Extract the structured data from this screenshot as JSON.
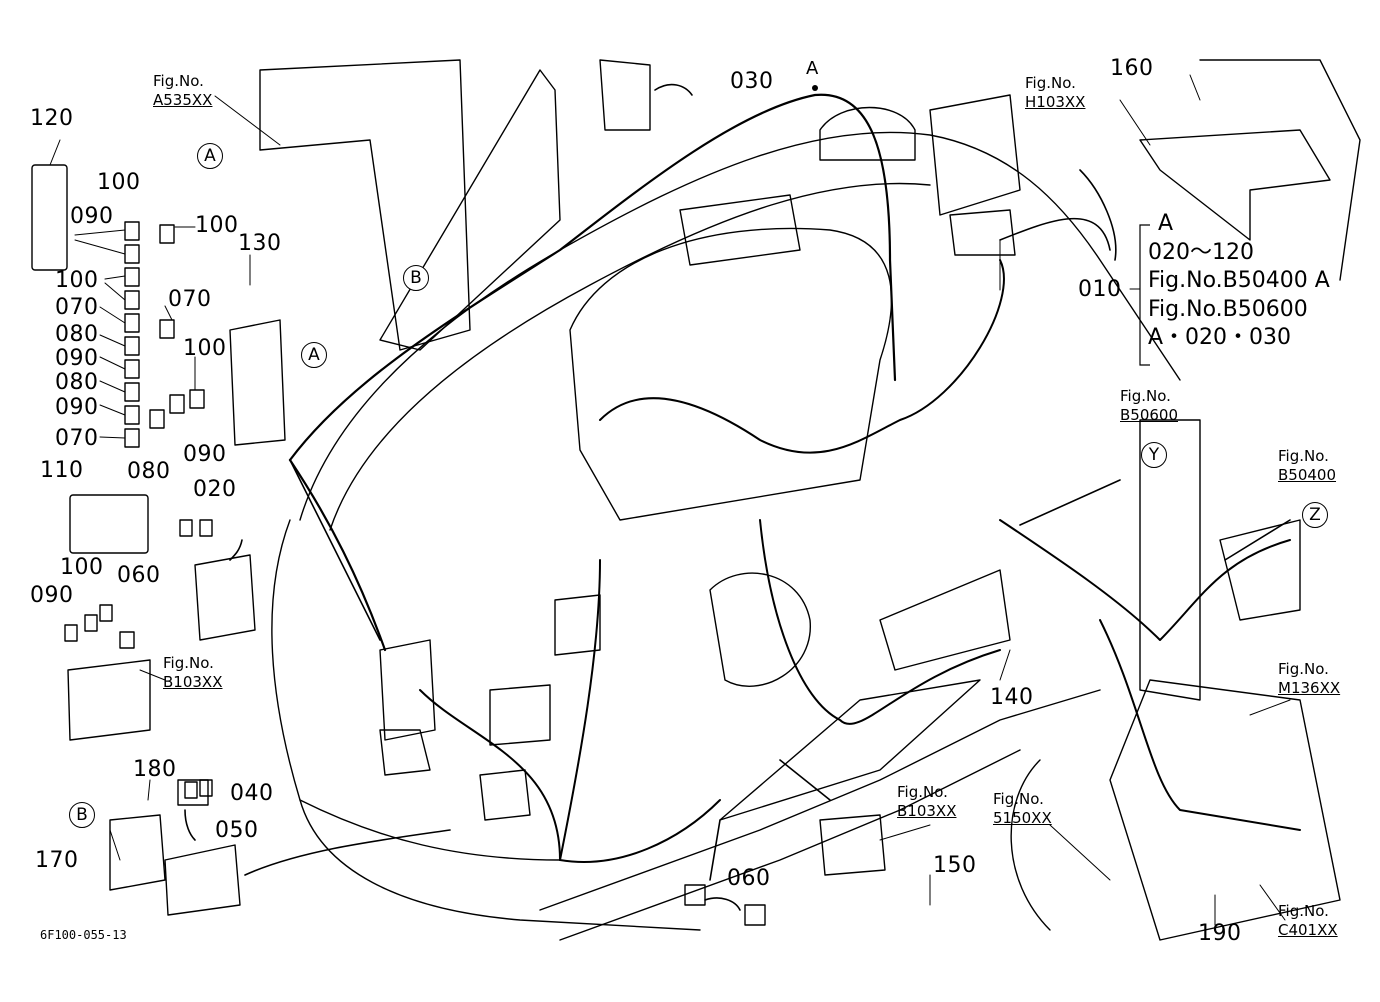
{
  "part_labels": {
    "p010": "010",
    "p020": "020",
    "p030": "030",
    "p040": "040",
    "p050": "050",
    "p060a": "060",
    "p060b": "060",
    "p070a": "070",
    "p070b": "070",
    "p070c": "070",
    "p080a": "080",
    "p080b": "080",
    "p080c": "080",
    "p090a": "090",
    "p090b": "090",
    "p090c": "090",
    "p090d": "090",
    "p090e": "090",
    "p100a": "100",
    "p100b": "100",
    "p100c": "100",
    "p100d": "100",
    "p100e": "100",
    "p110": "110",
    "p120": "120",
    "p130": "130",
    "p140": "140",
    "p150": "150",
    "p160": "160",
    "p170": "170",
    "p180": "180",
    "p190": "190"
  },
  "fig_refs": {
    "a535": {
      "caption": "Fig.No.",
      "ref": "A535XX"
    },
    "h103": {
      "caption": "Fig.No.",
      "ref": "H103XX"
    },
    "b50600": {
      "caption": "Fig.No.",
      "ref": "B50600"
    },
    "b50400": {
      "caption": "Fig.No.",
      "ref": "B50400"
    },
    "b103a": {
      "caption": "Fig.No.",
      "ref": "B103XX"
    },
    "b103b": {
      "caption": "Fig.No.",
      "ref": "B103XX"
    },
    "m136": {
      "caption": "Fig.No.",
      "ref": "M136XX"
    },
    "s5150": {
      "caption": "Fig.No.",
      "ref": "5150XX"
    },
    "c401": {
      "caption": "Fig.No.",
      "ref": "C401XX"
    }
  },
  "circle_markers": {
    "a1": "A",
    "a2": "A",
    "b1": "B",
    "b2": "B",
    "y": "Y",
    "z": "Z"
  },
  "point_marker_a": "A",
  "note_block": {
    "line1": "A",
    "line2": "020～120",
    "line3": "Fig.No.B50400  A",
    "line4": "Fig.No.B50600",
    "line5": "A・020・030"
  },
  "drawing_code": "6F100-055-13"
}
